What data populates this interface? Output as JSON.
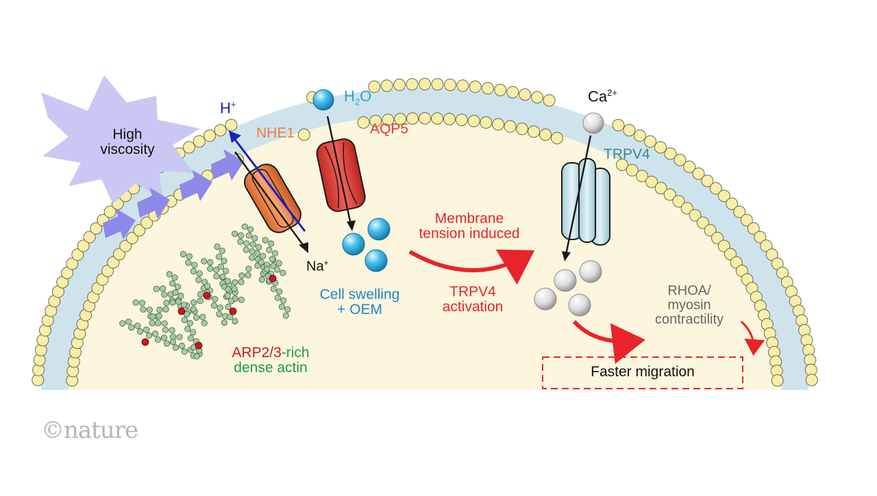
{
  "labels": {
    "viscosity": [
      "High",
      "viscosity"
    ],
    "h_ion": "H",
    "h_ion_sup": "+",
    "nhe1": "NHE1",
    "water_h": "H",
    "water_sub": "2",
    "water_o": "O",
    "aqp5": "AQP5",
    "calcium": "Ca",
    "calcium_sup": "2+",
    "trpv4": "TRPV4",
    "na_ion": "Na",
    "na_ion_sup": "+",
    "cell_swelling": [
      "Cell swelling",
      "+ OEM"
    ],
    "membrane_tension": [
      "Membrane",
      "tension induced"
    ],
    "trpv4_activation": [
      "TRPV4",
      "activation"
    ],
    "rhoa": [
      "RHOA/",
      "myosin",
      "contractility"
    ],
    "faster_migration": "Faster migration",
    "arp_part1": "ARP2/3",
    "arp_part2": "-rich",
    "dense_actin": "dense actin",
    "logo": "©nature"
  },
  "colors": {
    "viscosity_burst": "#c9c8f4",
    "viscosity_arrows": "#8c8ae8",
    "h_ion": "#1c1cc8",
    "nhe1": "#f07b3c",
    "water": "#27a6d6",
    "aqp5": "#e23a2d",
    "trpv4": "#3d8a8c",
    "trpv4_channel": "#c4e3ea",
    "calcium": "#d9d9d9",
    "membrane_head": "#f6eeaa",
    "membrane_tail": "#cfe3ec",
    "cytoplasm": "#fcf6de",
    "red_text": "#e8242a",
    "cell_swelling_text": "#1f86c8",
    "rhoa_text": "#666666",
    "arp_text": "#c8181e",
    "actin_text": "#1f9a4a",
    "actin_filament": "#a8c9a8",
    "logo": "#b5b5b5"
  }
}
